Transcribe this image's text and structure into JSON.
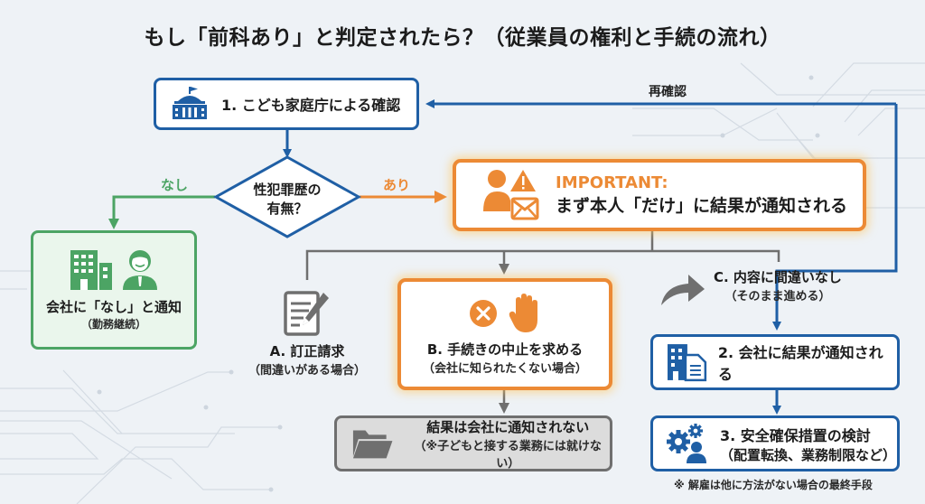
{
  "title": "もし「前科あり」と判定されたら？（従業員の権利と手続の流れ）",
  "colors": {
    "blue": "#1f5fa5",
    "green": "#4ca464",
    "orange": "#ec8a35",
    "gray": "#6f6f6f",
    "background": "#eef2f6"
  },
  "step1": {
    "icon": "government-building-icon",
    "label": "1. こども家庭庁による確認"
  },
  "decision": {
    "line1": "性犯罪歴の",
    "line2": "有無？"
  },
  "branch_none": {
    "label": "なし"
  },
  "branch_yes": {
    "label": "あり"
  },
  "recheck": {
    "label": "再確認"
  },
  "no_record": {
    "icons": [
      "office-building-icon",
      "employee-icon"
    ],
    "label": "会社に「なし」と通知",
    "sub": "（勤務継続）"
  },
  "important": {
    "icons": [
      "person-icon",
      "warning-icon",
      "mail-icon"
    ],
    "heading": "IMPORTANT:",
    "label": "まず本人「だけ」に結果が通知される"
  },
  "option_a": {
    "icon": "document-edit-icon",
    "label": "A. 訂正請求",
    "sub": "（間違いがある場合）"
  },
  "option_b": {
    "icons": [
      "cancel-icon",
      "stop-hand-icon"
    ],
    "label": "B. 手続きの中止を求める",
    "sub": "（会社に知られたくない場合）"
  },
  "option_c": {
    "icon": "forward-arrow-icon",
    "label": "C. 内容に間違いなし",
    "sub": "（そのまま進める）"
  },
  "not_notified": {
    "icon": "folder-icon",
    "label": "結果は会社に通知されない",
    "sub": "（※子どもと接する業務には就けない）"
  },
  "step2": {
    "icon": "company-document-icon",
    "label": "2. 会社に結果が通知される"
  },
  "step3": {
    "icon": "gears-person-icon",
    "label": "3. 安全確保措置の検討",
    "sub": "（配置転換、業務制限など）"
  },
  "footnote": "※ 解雇は他に方法がない場合の最終手段"
}
